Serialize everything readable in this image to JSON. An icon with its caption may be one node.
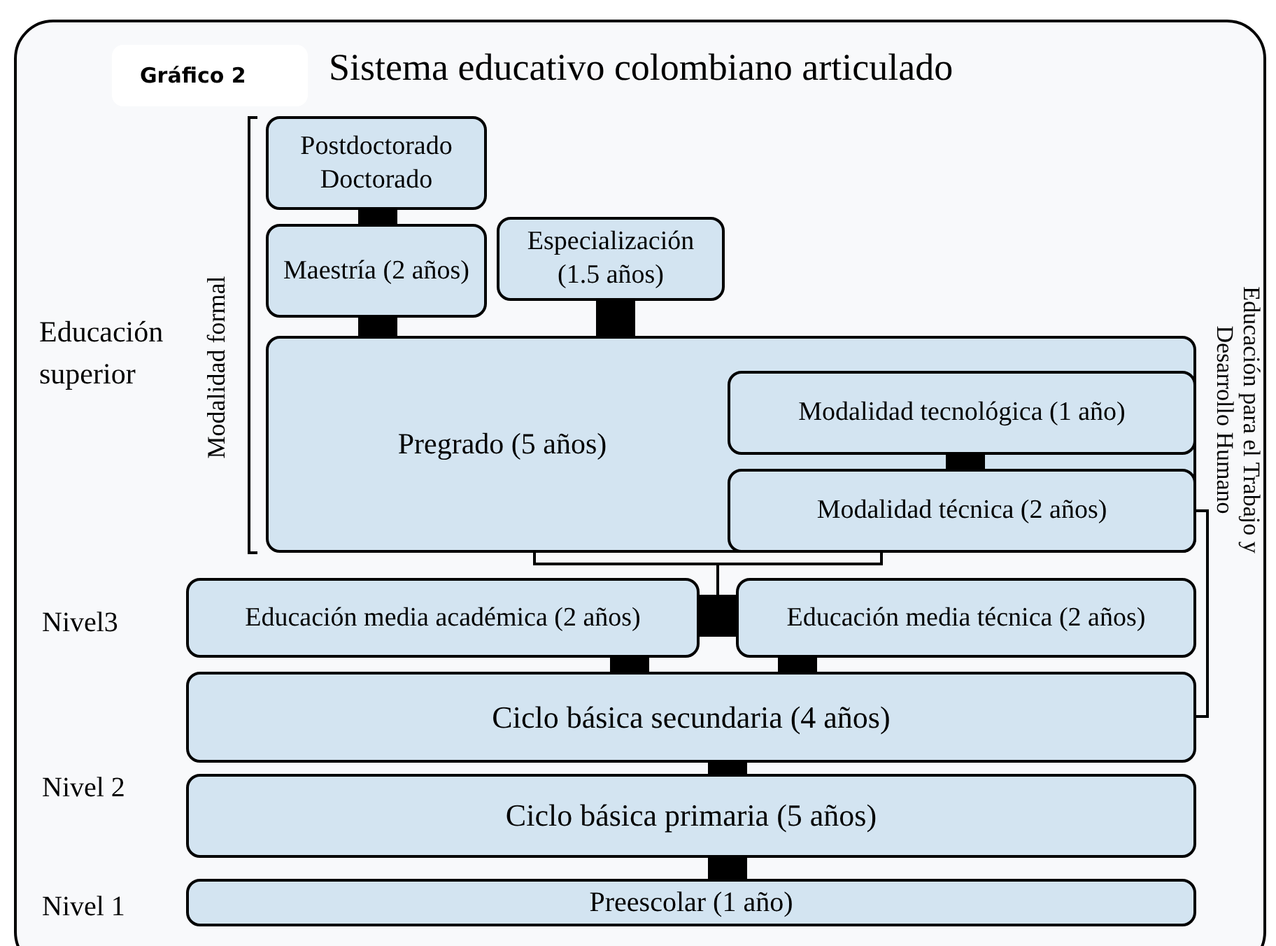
{
  "diagram": {
    "title": "Sistema educativo colombiano articulado",
    "nodes": [
      {
        "text": [
          "Postdoctorado Doctorado"
        ]
      },
      {
        "text": [
          "Maestría (2 años)"
        ]
      },
      {
        "text": [
          "Especialización (1.5 años)"
        ]
      },
      {
        "text": [
          "Pregrado (5 años)"
        ]
      },
      {
        "text": [
          "Modalidad tecnológica (1 año)"
        ],
        "in": 3
      },
      {
        "text": [
          "Modalidad técnica (2 años)"
        ],
        "in": 3
      },
      {
        "text": [
          "Educación media académica (2 años)"
        ]
      },
      {
        "text": [
          "Educación media técnica (2 años)"
        ]
      },
      {
        "text": [
          "Ciclo básica secundaria (4 años)"
        ]
      },
      {
        "text": [
          "Ciclo básica primaria (5 años)"
        ]
      },
      {
        "text": [
          "Preescolar (1 año)"
        ]
      }
    ],
    "edges": [
      {
        "from": 0,
        "to": 1,
        "arrow": "none"
      },
      {
        "from": 1,
        "to": 3,
        "arrow": "none"
      },
      {
        "from": 2,
        "to": 3,
        "arrow": "none"
      },
      {
        "from": 4,
        "to": 5,
        "arrow": "none"
      },
      {
        "from": 3,
        "to": 6,
        "arrow": "none"
      },
      {
        "from": 3,
        "to": 7,
        "arrow": "none"
      },
      {
        "from": 6,
        "to": 7,
        "arrow": "none"
      },
      {
        "from": 6,
        "to": 8,
        "arrow": "none"
      },
      {
        "from": 7,
        "to": 8,
        "arrow": "none"
      },
      {
        "from": 5,
        "to": 8,
        "arrow": "none"
      },
      {
        "from": 8,
        "to": 9,
        "arrow": "none"
      },
      {
        "from": 9,
        "to": 10,
        "arrow": "none"
      }
    ],
    "labels": [
      "Gráfico 2",
      "Educación superior",
      "Modalidad formal",
      "Educación para el Trabajo y Desarrollo Humano",
      "Nivel3",
      "Nivel 2",
      "Nivel 1"
    ]
  }
}
